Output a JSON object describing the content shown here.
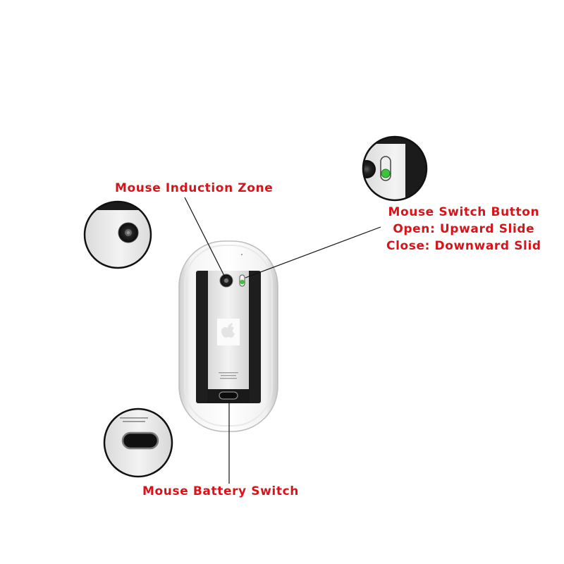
{
  "labels": {
    "induction_zone": "Mouse Induction Zone",
    "switch_title": "Mouse Switch Button",
    "switch_open": "Open: Upward Slide",
    "switch_close": "Close: Downward Slid",
    "battery_switch": "Mouse Battery Switch"
  },
  "colors": {
    "label": "#d6141a",
    "indicator_green": "#3ec43a",
    "panel": "#1e1e1e",
    "shell": "#e6e6e6"
  },
  "icons": {
    "logo": "apple-logo-icon",
    "sensor": "optical-sensor-icon",
    "switch": "power-slider-icon",
    "battery": "battery-door-icon"
  }
}
